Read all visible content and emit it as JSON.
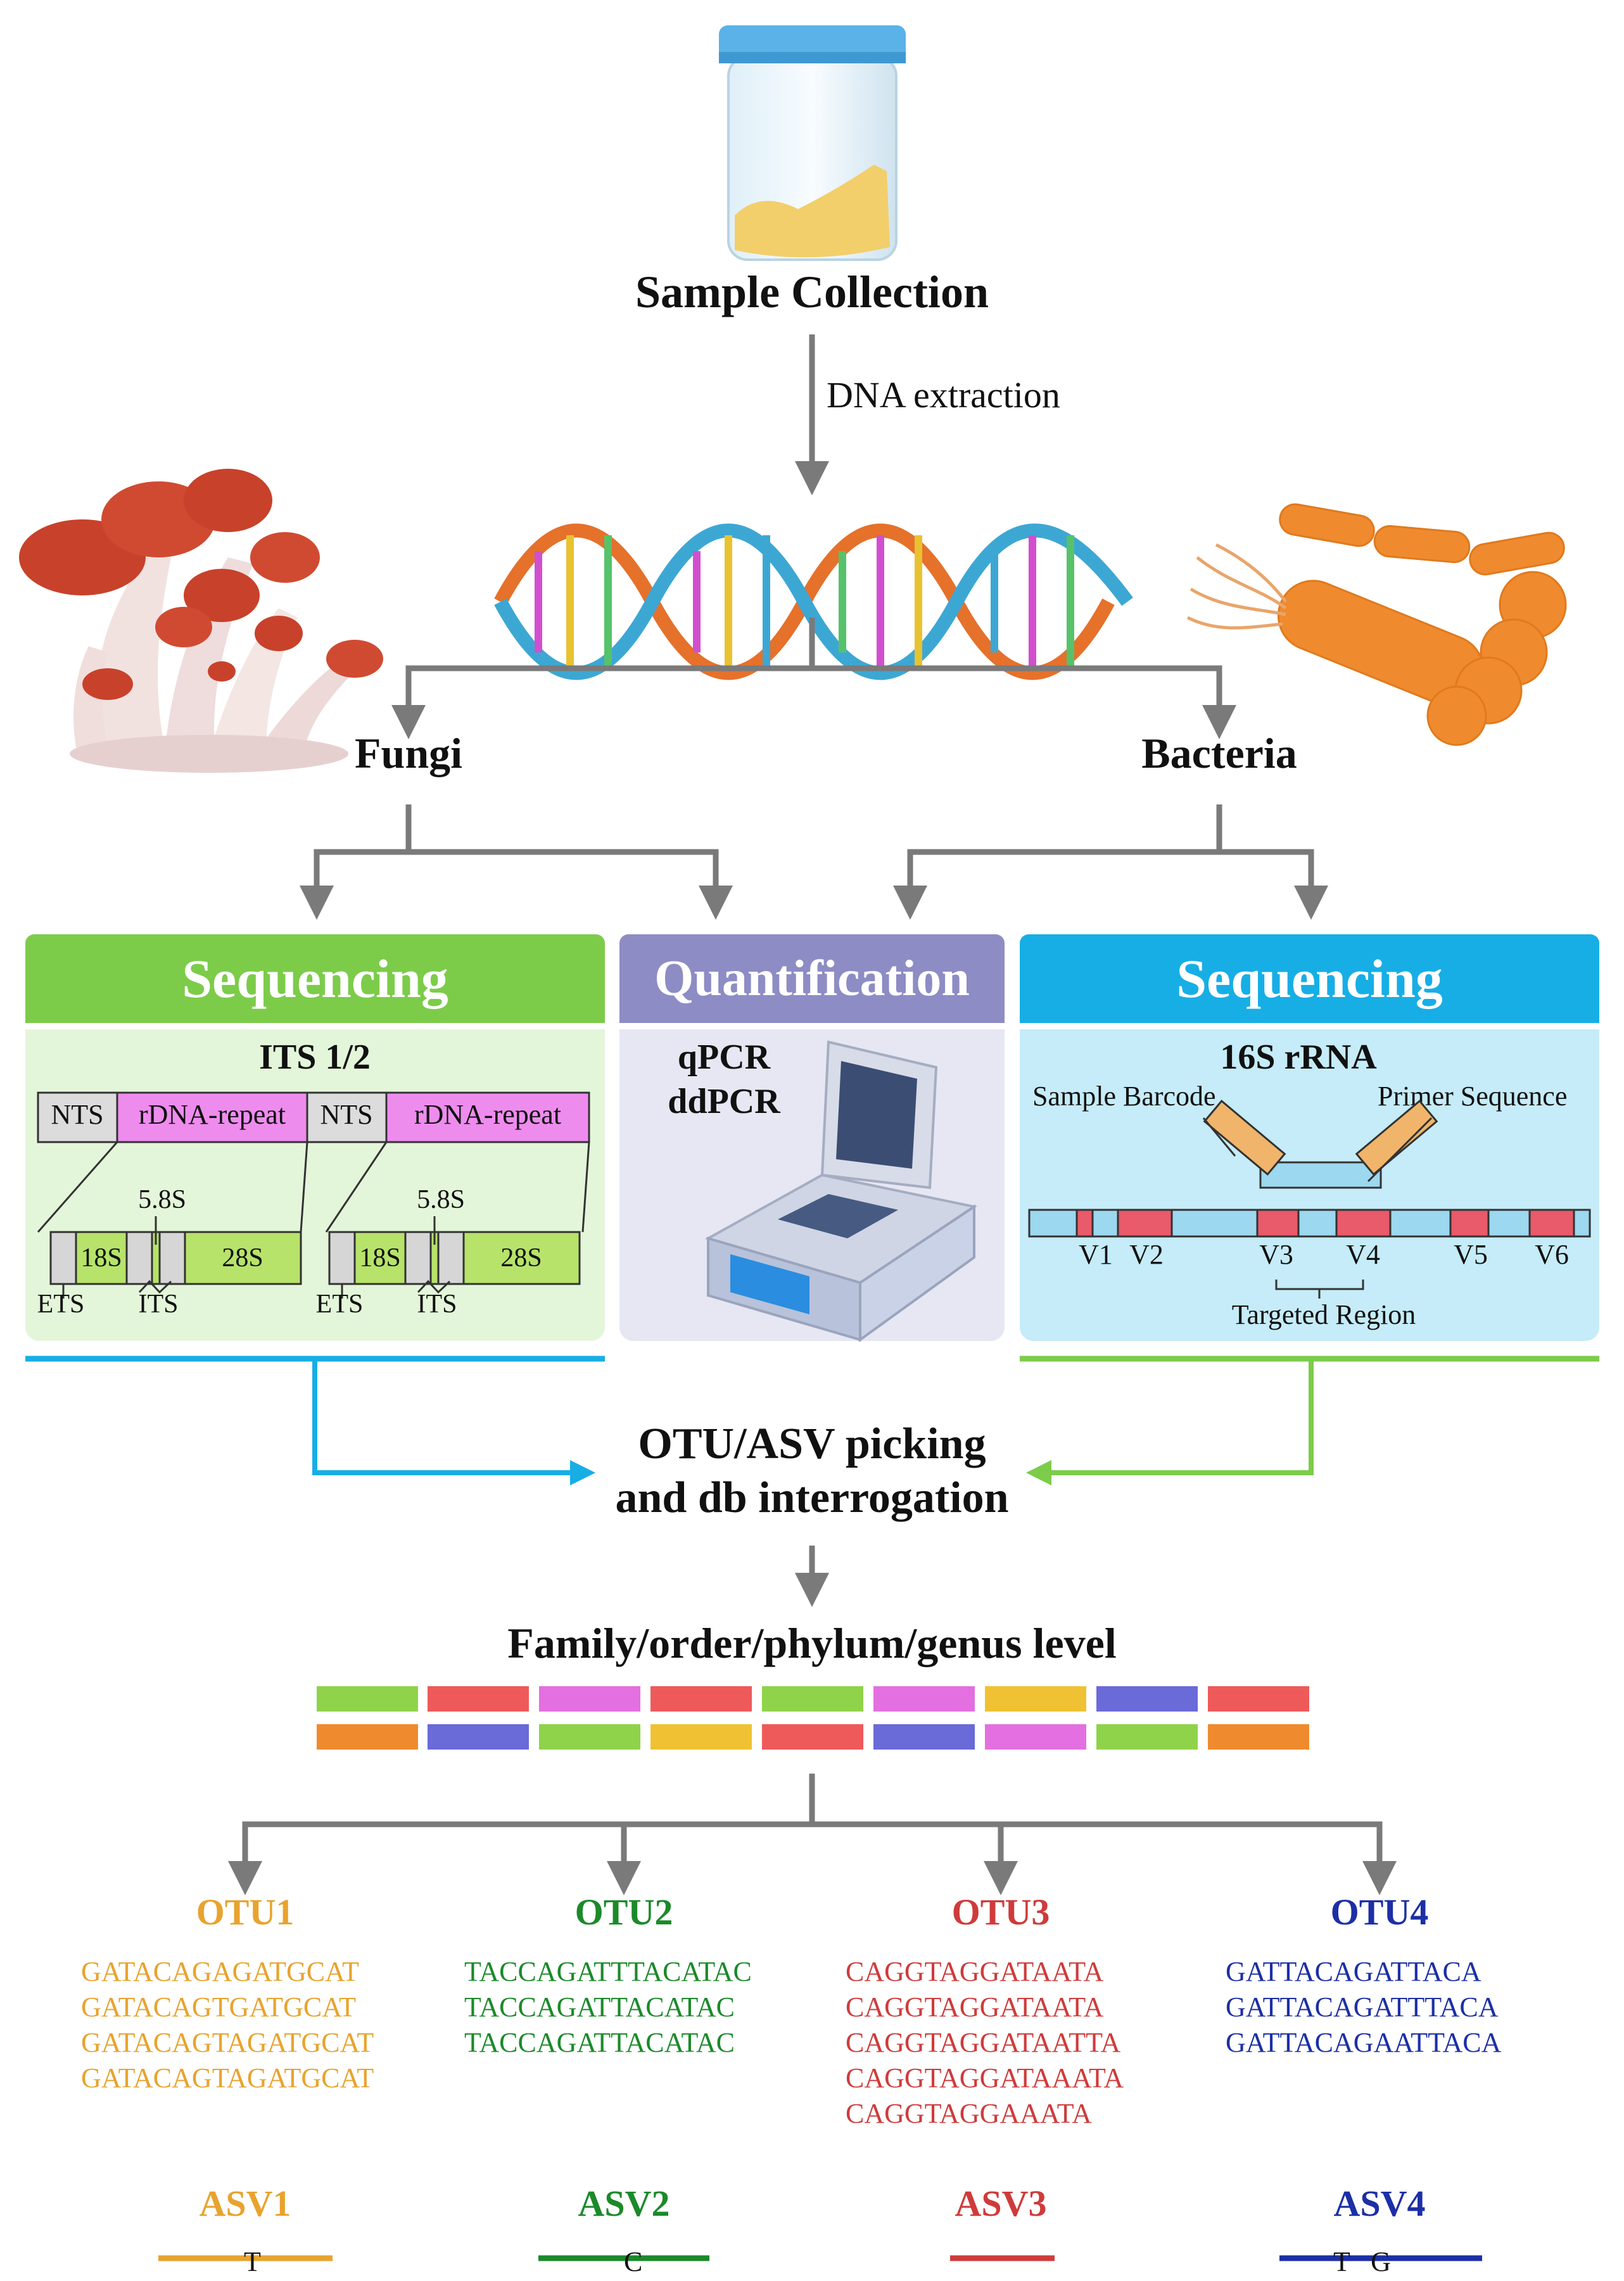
{
  "flow": {
    "sample_collection": "Sample Collection",
    "dna_extraction": "DNA extraction",
    "fungi": "Fungi",
    "bacteria": "Bacteria",
    "otu_line1": "OTU/ASV picking",
    "otu_line2": "and db interrogation",
    "level": "Family/order/phylum/genus level"
  },
  "panels": {
    "fungi_seq": {
      "header": "Sequencing",
      "subtitle": "ITS 1/2",
      "nts": "NTS",
      "rdna": "rDNA-repeat",
      "s58": "5.8S",
      "s18": "18S",
      "s28": "28S",
      "ets": "ETS",
      "its": "ITS"
    },
    "quant": {
      "header": "Quantification",
      "line1": "qPCR",
      "line2": "ddPCR"
    },
    "bact_seq": {
      "header": "Sequencing",
      "subtitle": "16S rRNA",
      "barcode": "Sample Barcode",
      "primer": "Primer Sequence",
      "v1": "V1",
      "v2": "V2",
      "v3": "V3",
      "v4": "V4",
      "v5": "V5",
      "v6": "V6",
      "targeted": "Targeted Region"
    }
  },
  "colors": {
    "green_header": "#7ccc4a",
    "purple_header": "#8d8cc4",
    "blue_header": "#17aee6",
    "otu1": "#e8a32e",
    "otu2": "#1b8a2a",
    "otu3": "#cf3b3b",
    "otu4": "#1c2fa6",
    "arrow_gray": "#7a7a7a"
  },
  "otus": [
    {
      "name": "OTU1",
      "seqs": [
        "GATACAGAGATGCAT",
        "GATACAGTGATGCAT",
        "GATACAGTAGATGCAT",
        "GATACAGTAGATGCAT"
      ]
    },
    {
      "name": "OTU2",
      "seqs": [
        "TACCAGATTTACATAC",
        "TACCAGATTACATAC",
        "TACCAGATTACATAC"
      ]
    },
    {
      "name": "OTU3",
      "seqs": [
        "CAGGTAGGATAATA",
        "CAGGTAGGATAATA",
        "CAGGTAGGATAATTA",
        "CAGGTAGGATAAATA",
        "CAGGTAGGAAATA"
      ]
    },
    {
      "name": "OTU4",
      "seqs": [
        "GATTACAGATTACA",
        "GATTACAGATTTACA",
        "GATTACAGAATTACA"
      ]
    }
  ],
  "asvs": [
    {
      "name": "ASV1",
      "snp": "T"
    },
    {
      "name": "ASV2",
      "snp": "C"
    },
    {
      "name": "ASV3",
      "snp": ""
    },
    {
      "name": "ASV4",
      "snp": "T   G"
    }
  ],
  "icons": [
    "sample-jar-icon",
    "dna-helix-icon",
    "mushroom-icon",
    "bacteria-icon",
    "pcr-machine-icon"
  ]
}
